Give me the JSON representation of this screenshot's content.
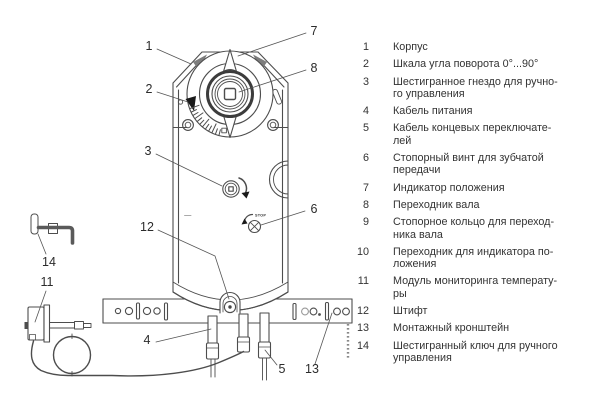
{
  "diagram": {
    "stop_label": "STOP",
    "callouts": [
      {
        "n": "1"
      },
      {
        "n": "2"
      },
      {
        "n": "3"
      },
      {
        "n": "4"
      },
      {
        "n": "5"
      },
      {
        "n": "6"
      },
      {
        "n": "7"
      },
      {
        "n": "8"
      },
      {
        "n": "11"
      },
      {
        "n": "12"
      },
      {
        "n": "13"
      },
      {
        "n": "14"
      }
    ],
    "line_color": "#4d4d4d",
    "background": "#ffffff"
  },
  "legend": {
    "items": [
      {
        "num": "1",
        "text": "Корпус"
      },
      {
        "num": "2",
        "text": "Шкала угла поворота 0°...90°"
      },
      {
        "num": "3",
        "text": "Шестигранное гнездо для ручно-\nго управления"
      },
      {
        "num": "4",
        "text": "Кабель питания"
      },
      {
        "num": "5",
        "text": "Кабель концевых переключате-\nлей"
      },
      {
        "num": "6",
        "text": "Стопорный винт для зубчатой\nпередачи"
      },
      {
        "num": "7",
        "text": "Индикатор положения"
      },
      {
        "num": "8",
        "text": "Переходник вала"
      },
      {
        "num": "9",
        "text": "Стопорное кольцо для переход-\nника вала"
      },
      {
        "num": "10",
        "text": "Переходник для индикатора по-\nложения"
      },
      {
        "num": "11",
        "text": "Модуль мониторинга температу-\nры"
      },
      {
        "num": "12",
        "text": "Штифт"
      },
      {
        "num": "13",
        "text": "Монтажный кронштейн"
      },
      {
        "num": "14",
        "text": "Шестигранный ключ для ручного\nуправления"
      }
    ]
  }
}
